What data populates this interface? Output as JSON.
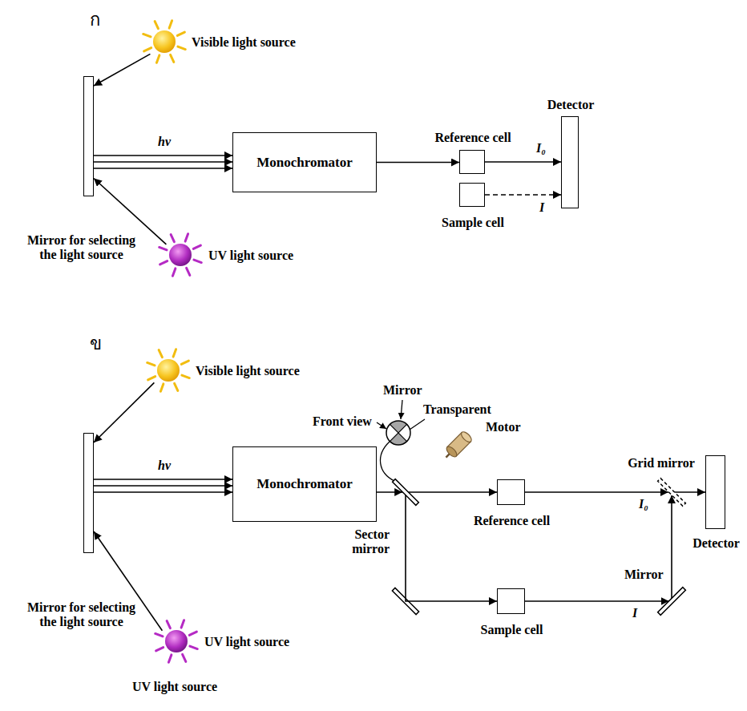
{
  "diagram": {
    "nodes": [
      {
        "text": [
          "Visible light source"
        ]
      },
      {
        "text": [
          "Mirror for selecting the light source"
        ]
      },
      {
        "text": [
          "UV light source"
        ]
      },
      {
        "text": [
          "Monochromator"
        ]
      },
      {
        "text": [
          "Reference cell"
        ]
      },
      {
        "text": [
          "Sample cell"
        ]
      },
      {
        "text": [
          "Detector"
        ]
      },
      {
        "text": [
          "Visible light source"
        ]
      },
      {
        "text": [
          "Mirror for selecting the light source"
        ]
      },
      {
        "text": [
          "UV light source"
        ]
      },
      {
        "text": [
          "Monochromator"
        ]
      },
      {
        "text": [
          "Sector mirror"
        ]
      },
      {
        "text": [
          "Reference cell"
        ]
      },
      {
        "text": [
          "Sample cell"
        ]
      },
      {
        "text": [
          "Grid mirror"
        ]
      },
      {
        "text": [
          "Mirror"
        ]
      },
      {
        "text": [
          "Detector"
        ]
      }
    ],
    "edges": [
      {
        "from": 0,
        "to": 1,
        "arrow": "to"
      },
      {
        "from": 2,
        "to": 1,
        "arrow": "to"
      },
      {
        "from": 1,
        "to": 3,
        "arrow": "to",
        "label": "hv"
      },
      {
        "from": 3,
        "to": 4,
        "arrow": "to"
      },
      {
        "from": 4,
        "to": 6,
        "arrow": "to",
        "label": "I₀"
      },
      {
        "from": 5,
        "to": 6,
        "arrow": "to",
        "label": "I"
      },
      {
        "from": 7,
        "to": 8,
        "arrow": "to"
      },
      {
        "from": 9,
        "to": 8,
        "arrow": "to"
      },
      {
        "from": 8,
        "to": 10,
        "arrow": "to",
        "label": "hv"
      },
      {
        "from": 10,
        "to": 11,
        "arrow": "to"
      },
      {
        "from": 11,
        "to": 12,
        "arrow": "to"
      },
      {
        "from": 11,
        "to": 13,
        "arrow": "to"
      },
      {
        "from": 12,
        "to": 14,
        "arrow": "to",
        "label": "I₀"
      },
      {
        "from": 14,
        "to": 16,
        "arrow": "to"
      },
      {
        "from": 13,
        "to": 15,
        "arrow": "to",
        "label": "I"
      },
      {
        "from": 15,
        "to": 14,
        "arrow": "to"
      }
    ],
    "labels": [
      "ก",
      "ข",
      "Front view",
      "Mirror",
      "Transparent",
      "Motor",
      "UV light source"
    ]
  }
}
